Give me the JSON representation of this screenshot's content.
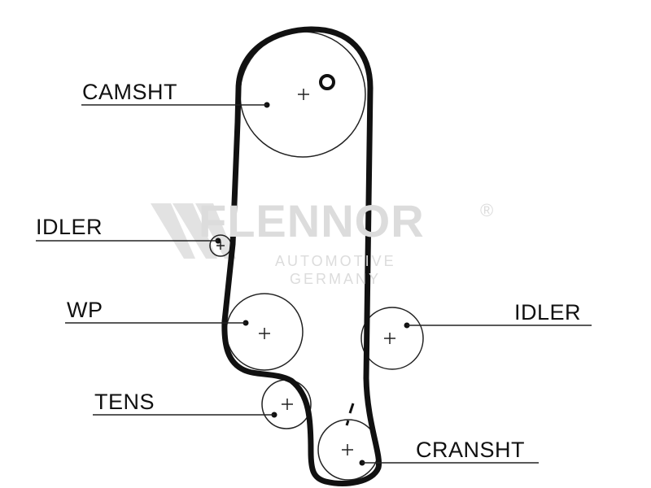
{
  "labels": {
    "camshaft": "CAMSHT",
    "idler_left": "IDLER",
    "water_pump": "WP",
    "idler_right": "IDLER",
    "tensioner": "TENS",
    "crankshaft": "CRANSHT"
  },
  "watermark": {
    "brand": "FLENNOR",
    "registered": "®",
    "line1": "AUTOMOTIVE",
    "line2": "GERMANY"
  },
  "colors": {
    "belt": "#111111",
    "line": "#222222",
    "watermark": "#dcdcdc"
  }
}
